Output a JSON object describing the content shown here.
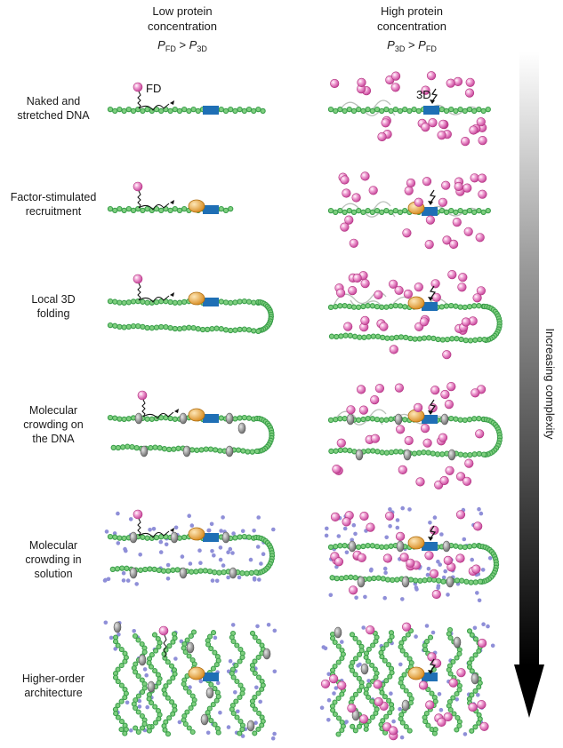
{
  "columns": {
    "low": {
      "line1": "Low protein",
      "line2": "concentration",
      "formula": {
        "p": "P",
        "s1": "FD",
        "op": " > ",
        "p2": "P",
        "s2": "3D"
      }
    },
    "high": {
      "line1": "High protein",
      "line2": "concentration",
      "formula": {
        "p": "P",
        "s1": "3D",
        "op": " > ",
        "p2": "P",
        "s2": "FD"
      }
    }
  },
  "annotations": {
    "fd": "FD",
    "threed": "3D"
  },
  "arrow_label": "Increasing complexity",
  "rows": [
    {
      "lines": [
        "Naked and",
        "stretched DNA"
      ]
    },
    {
      "lines": [
        "Factor-stimulated",
        "recruitment"
      ]
    },
    {
      "lines": [
        "Local 3D",
        "folding"
      ]
    },
    {
      "lines": [
        "Molecular",
        "crowding on",
        "the DNA"
      ]
    },
    {
      "lines": [
        "Molecular",
        "crowding in",
        "solution"
      ]
    },
    {
      "lines": [
        "Higher-order",
        "architecture"
      ]
    }
  ],
  "colors": {
    "dna": "#3a9e4a",
    "dna_light": "#7fcf7f",
    "site": "#1f6fb5",
    "cofactor": "#e8a23a",
    "protein": "#d64fa6",
    "crowder_dna": "#8e8e8e",
    "crowder_solution": "#8f8fd8",
    "path_3d": "#b9bfb9"
  }
}
